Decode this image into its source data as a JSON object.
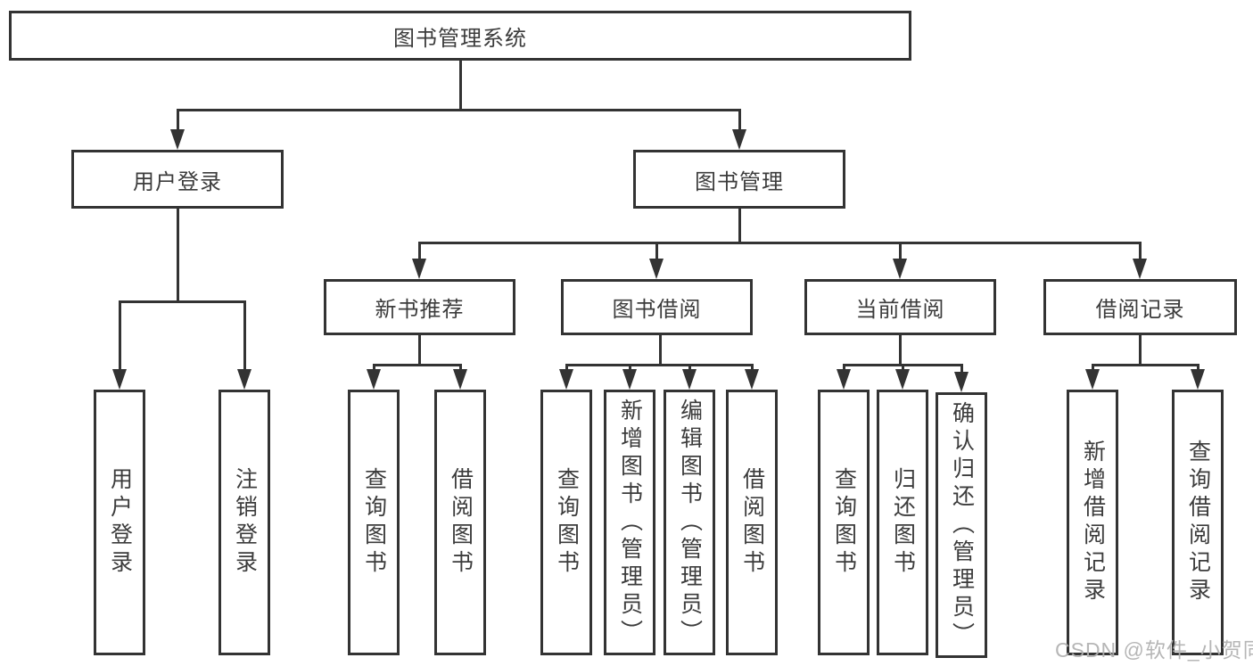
{
  "diagram": {
    "root": "图书管理系统",
    "level2": {
      "user_login": "用户登录",
      "book_mgmt": "图书管理"
    },
    "level3": {
      "new_books": "新书推荐",
      "borrowing": "图书借阅",
      "current": "当前借阅",
      "records": "借阅记录"
    },
    "leaves": {
      "user_login": [
        "用户登录",
        "注销登录"
      ],
      "new_books": [
        "查询图书",
        "借阅图书"
      ],
      "borrowing": [
        "查询图书",
        "新增图书（管理员）",
        "编辑图书（管理员）",
        "借阅图书"
      ],
      "current": [
        "查询图书",
        "归还图书",
        "确认归还（管理员）"
      ],
      "records": [
        "新增借阅记录",
        "查询借阅记录"
      ]
    }
  },
  "watermark": "CSDN @软件_小贺同学",
  "colors": {
    "line": "#333333",
    "text": "#3c3c3c",
    "background": "#ffffff",
    "watermark": "#b0b0b0"
  }
}
